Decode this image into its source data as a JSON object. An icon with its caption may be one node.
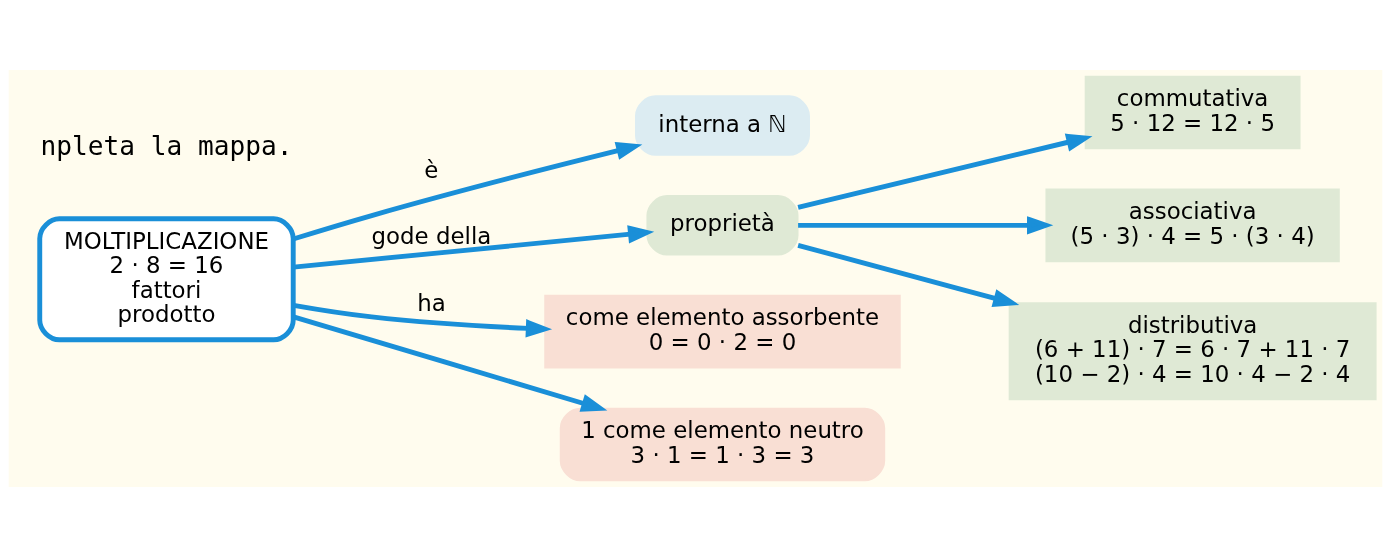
{
  "diagram": {
    "nodes": [
      {
        "text": [
          "MOLTIPLICAZIONE",
          "2 · 8 = 16",
          "fattori",
          "prodotto"
        ]
      },
      {
        "text": [
          "interna a ℕ"
        ]
      },
      {
        "text": [
          "proprietà"
        ]
      },
      {
        "text": [
          "commutativa",
          "5 · 12 = 12 · 5"
        ]
      },
      {
        "text": [
          "associativa",
          "(5 · 3) · 4 = 5 · (3 · 4)"
        ]
      },
      {
        "text": [
          "distributiva",
          "(6 + 11) · 7 = 6 · 7 + 11 · 7",
          "(10 − 2) · 4 = 10 · 4 − 2 · 4"
        ]
      },
      {
        "text": [
          "come elemento assorbente",
          "0 = 0 · 2 = 0"
        ]
      },
      {
        "text": [
          "1 come elemento neutro",
          "3 · 1 = 1 · 3 = 3"
        ]
      }
    ],
    "edges": [
      {
        "from": 0,
        "to": 1,
        "arrow": "to",
        "label": "è"
      },
      {
        "from": 0,
        "to": 2,
        "arrow": "to",
        "label": "gode della"
      },
      {
        "from": 2,
        "to": 3,
        "arrow": "to"
      },
      {
        "from": 2,
        "to": 4,
        "arrow": "to"
      },
      {
        "from": 2,
        "to": 5,
        "arrow": "to"
      },
      {
        "from": 0,
        "to": 6,
        "arrow": "to",
        "label": "ha"
      },
      {
        "from": 0,
        "to": 7,
        "arrow": "to"
      }
    ],
    "labels": [
      "npleta la mappa."
    ]
  }
}
